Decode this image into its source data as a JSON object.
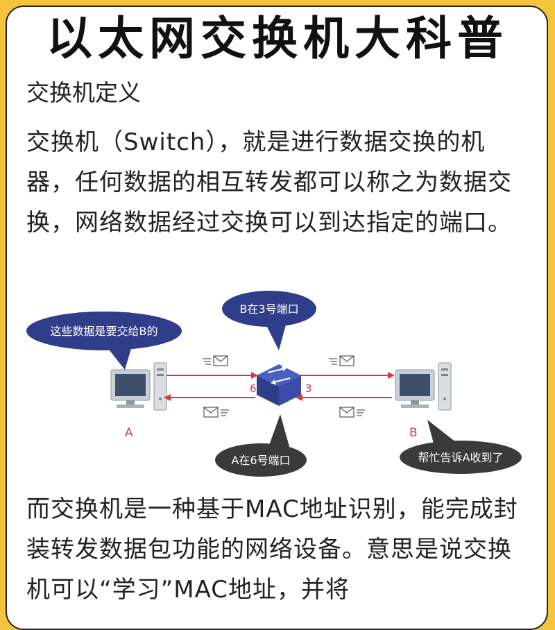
{
  "title": "以太网交换机大科普",
  "subtitle": "交换机定义",
  "para1": "交换机（Switch），就是进行数据交换的机器，任何数据的相互转发都可以称之为数据交换，网络数据经过交换可以到达指定的端口。",
  "diagram": {
    "bubble_a": "这些数据是要交给B的",
    "bubble_top": "B在3号端口",
    "bubble_bottom": "A在6号端口",
    "bubble_b": "帮忙告诉A收到了",
    "port_left": "6",
    "port_right": "3",
    "label_a": "A",
    "label_b": "B"
  },
  "para2": "而交换机是一种基于MAC地址识别，能完成封装转发数据包功能的网络设备。意思是说交换机可以“学习”MAC地址，并将"
}
